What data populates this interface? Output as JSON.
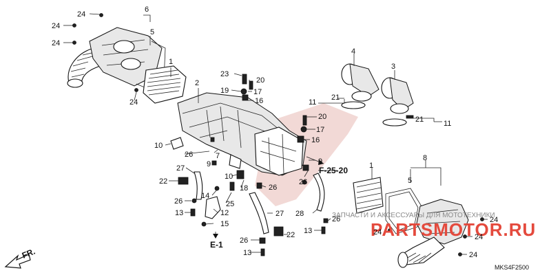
{
  "diagram": {
    "code": "MKS4F2500",
    "ref_f2520": "F-25-20",
    "ref_e1": "E-1",
    "fr_label": "FR.",
    "watermark_text": "ЗАПЧАСТИ И АКСЕССУАРЫ ДЛЯ МОТОТЕХНИКИ",
    "watermark_logo": "PARTSMOTOR.RU",
    "callouts": {
      "c1a": "1",
      "c1b": "1",
      "c2": "2",
      "c3": "3",
      "c4": "4",
      "c5a": "5",
      "c5b": "5",
      "c6": "6",
      "c7": "7",
      "c8": "8",
      "c9a": "9",
      "c9b": "9",
      "c10a": "10",
      "c10b": "10",
      "c11a": "11",
      "c11b": "11",
      "c12": "12",
      "c13a": "13",
      "c13b": "13",
      "c13c": "13",
      "c14": "14",
      "c15": "15",
      "c16a": "16",
      "c16b": "16",
      "c17a": "17",
      "c17b": "17",
      "c18": "18",
      "c19": "19",
      "c20a": "20",
      "c20b": "20",
      "c21a": "21",
      "c21b": "21",
      "c22a": "22",
      "c22b": "22",
      "c23": "23",
      "c24a": "24",
      "c24b": "24",
      "c24c": "24",
      "c24d": "24",
      "c24e": "24",
      "c24f": "24",
      "c24g": "24",
      "c24h": "24",
      "c25": "25",
      "c26a": "26",
      "c26b": "26",
      "c26c": "26",
      "c26d": "26",
      "c26e": "26",
      "c26f": "26",
      "c27a": "27",
      "c27b": "27",
      "c28": "28"
    }
  }
}
